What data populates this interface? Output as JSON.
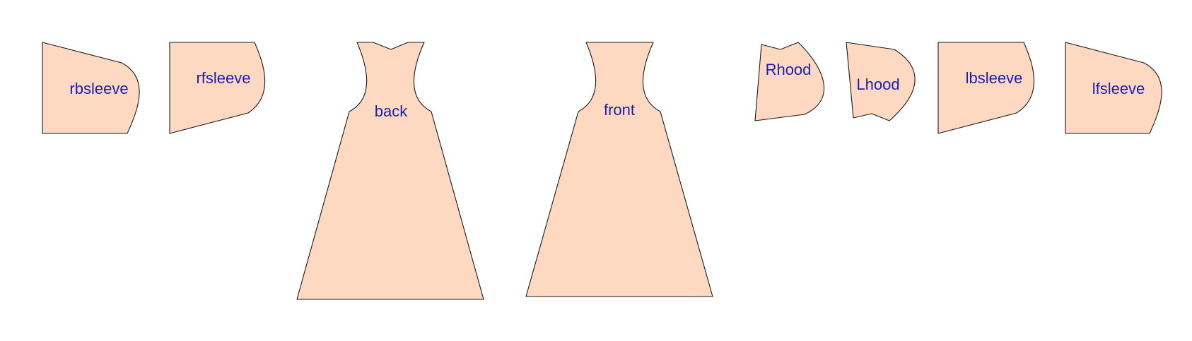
{
  "colors": {
    "piece_fill": "#fdd9c1",
    "piece_stroke": "#1a1a1a",
    "label_color": "#1a1fb0",
    "background": "#ffffff"
  },
  "pieces": [
    {
      "id": "rbsleeve",
      "label": "rbsleeve"
    },
    {
      "id": "rfsleeve",
      "label": "rfsleeve"
    },
    {
      "id": "back",
      "label": "back"
    },
    {
      "id": "front",
      "label": "front"
    },
    {
      "id": "rhood",
      "label": "Rhood"
    },
    {
      "id": "lhood",
      "label": "Lhood"
    },
    {
      "id": "lbsleeve",
      "label": "lbsleeve"
    },
    {
      "id": "lfsleeve",
      "label": "lfsleeve"
    }
  ]
}
